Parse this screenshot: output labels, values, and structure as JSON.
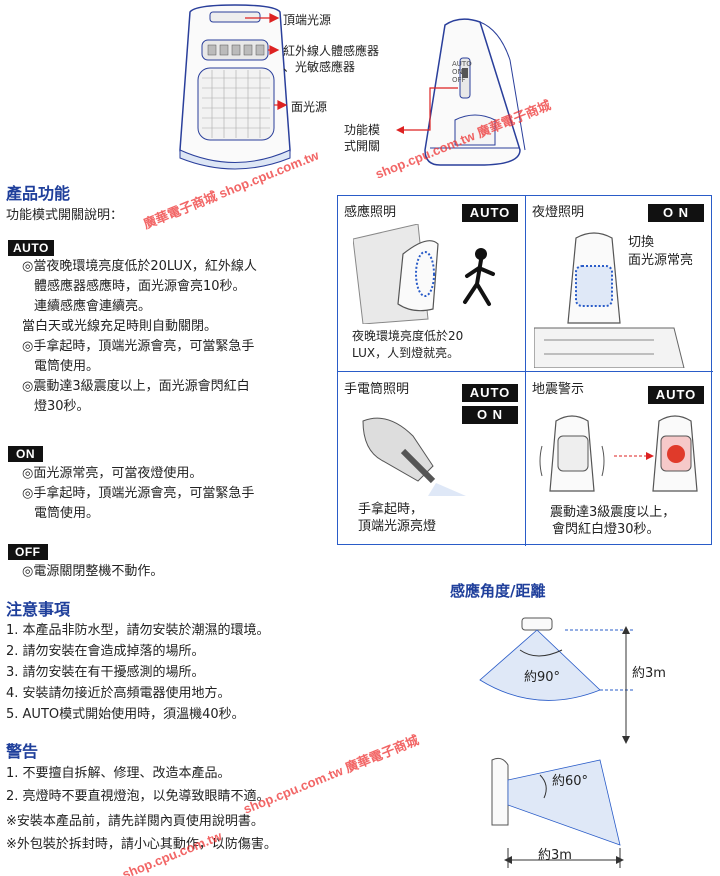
{
  "diagram": {
    "callouts": {
      "top_light": "頂端光源",
      "sensor": [
        "紅外線人體感應器",
        "、光敏感應器"
      ],
      "face_light": "面光源",
      "mode_switch": [
        "功能模",
        "式開關"
      ]
    },
    "switch_marks": [
      "AUTO",
      "ON",
      "OFF"
    ]
  },
  "functions": {
    "title": "產品功能",
    "subtitle": "功能模式開關說明：",
    "auto": {
      "badge": "AUTO",
      "lines": [
        "◎當夜晚環境亮度低於20LUX，紅外線人",
        "體感應器感應時，面光源會亮10秒。",
        "連續感應會連續亮。",
        "當白天或光線充足時則自動關閉。",
        "◎手拿起時，頂端光源會亮，可當緊急手",
        "電筒使用。",
        "◎震動達3級震度以上，面光源會閃紅白",
        "燈30秒。"
      ]
    },
    "on": {
      "badge": "ON",
      "lines": [
        "◎面光源常亮，可當夜燈使用。",
        "◎手拿起時，頂端光源會亮，可當緊急手",
        "電筒使用。"
      ]
    },
    "off": {
      "badge": "OFF",
      "lines": [
        "◎電源關閉整機不動作。"
      ]
    }
  },
  "panels": {
    "sensor": {
      "title": "感應照明",
      "badge": "AUTO",
      "text": [
        "夜晚環境亮度低於20",
        "LUX，人到燈就亮。"
      ]
    },
    "night": {
      "title": "夜燈照明",
      "badge": "O N",
      "text": [
        "切換",
        "面光源常亮"
      ]
    },
    "flash": {
      "title": "手電筒照明",
      "badges": [
        "AUTO",
        "O N"
      ],
      "text": [
        "手拿起時，",
        "頂端光源亮燈"
      ]
    },
    "quake": {
      "title": "地震警示",
      "badge": "AUTO",
      "text": [
        "震動達3級震度以上，",
        "會閃紅白燈30秒。"
      ]
    }
  },
  "notes": {
    "title": "注意事項",
    "items": [
      "1. 本產品非防水型，請勿安裝於潮濕的環境。",
      "2. 請勿安裝在會造成掉落的場所。",
      "3. 請勿安裝在有干擾感測的場所。",
      "4. 安裝請勿接近於高頻電器使用地方。",
      "5. AUTO模式開始使用時，須溫機40秒。"
    ]
  },
  "warning": {
    "title": "警告",
    "items": [
      "1. 不要擅自拆解、修理、改造本產品。",
      "2. 亮燈時不要直視燈泡，以免導致眼睛不適。"
    ],
    "extra": [
      "※安裝本產品前，請先詳閱內頁使用說明書。",
      "※外包裝於拆封時，請小心其動作，以防傷害。"
    ]
  },
  "angle": {
    "title": "感應角度/距離",
    "top_angle": "約90°",
    "top_distance": "約3m",
    "side_angle": "約60°",
    "side_distance": "約3m"
  },
  "watermark": [
    "廣華電子商城 shop.cpu.com.tw",
    "shop.cpu.com.tw 廣華電子商城",
    "shop.cpu.com.tw"
  ],
  "colors": {
    "heading": "#1f3f9b",
    "line": "#2a5cc8",
    "watermark": "#e33333"
  }
}
